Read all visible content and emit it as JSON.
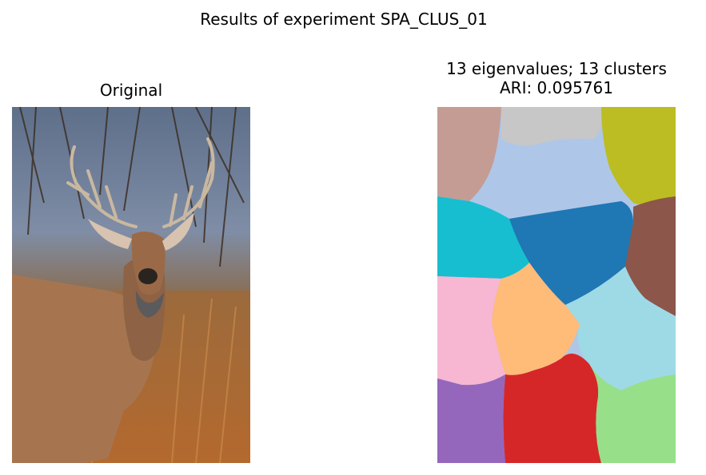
{
  "figure": {
    "suptitle": "Results of experiment SPA_CLUS_01"
  },
  "panels": [
    {
      "title": "Original",
      "content": "deer-photograph"
    },
    {
      "title_line1": "13 eigenvalues; 13 clusters",
      "title_line2": "ARI: 0.095761",
      "content": "cluster-segmentation"
    }
  ],
  "segmentation": {
    "eigenvalues": 13,
    "clusters": 13,
    "ari": 0.095761,
    "cluster_colors": [
      "#c49c94",
      "#c7c7c7",
      "#bcbd22",
      "#aec7e8",
      "#17becf",
      "#1f77b4",
      "#8c564b",
      "#f7b6d2",
      "#ffbb78",
      "#9edae5",
      "#9467bd",
      "#d62728",
      "#98df8a"
    ]
  }
}
